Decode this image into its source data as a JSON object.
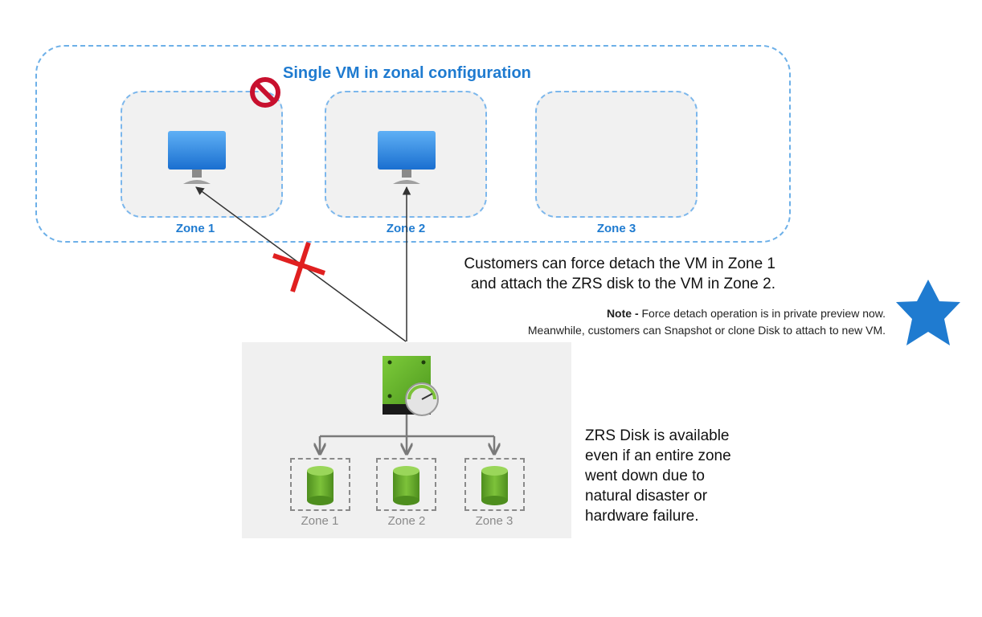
{
  "title": "Single VM in zonal configuration",
  "zones": [
    {
      "label": "Zone 1"
    },
    {
      "label": "Zone 2"
    },
    {
      "label": "Zone 3"
    }
  ],
  "disk_panel": {
    "zones": [
      {
        "label": "Zone 1"
      },
      {
        "label": "Zone 2"
      },
      {
        "label": "Zone 3"
      }
    ]
  },
  "main_text": {
    "line1": "Customers can force detach the VM in Zone 1",
    "line2": "and attach the ZRS disk to the VM in Zone 2."
  },
  "note": {
    "prefix": "Note -",
    "line1": " Force detach operation is in private preview now.",
    "line2": "Meanwhile, customers can Snapshot or clone Disk to attach to new VM."
  },
  "side_text": {
    "line1": "ZRS Disk is available",
    "line2": "even if an entire zone",
    "line3": "went down due to",
    "line4": "natural disaster or",
    "line5": "hardware failure."
  },
  "icons": {
    "vm": "virtual-machine-icon",
    "disk": "managed-disk-icon",
    "blob": "storage-cylinder-icon",
    "prohibited": "prohibited-icon",
    "cross": "red-x-icon",
    "star": "star-icon"
  },
  "colors": {
    "accent": "#1f7bd0",
    "star": "#1f7bd0",
    "cross": "#e02020",
    "disk_green": "#6ab42d"
  }
}
